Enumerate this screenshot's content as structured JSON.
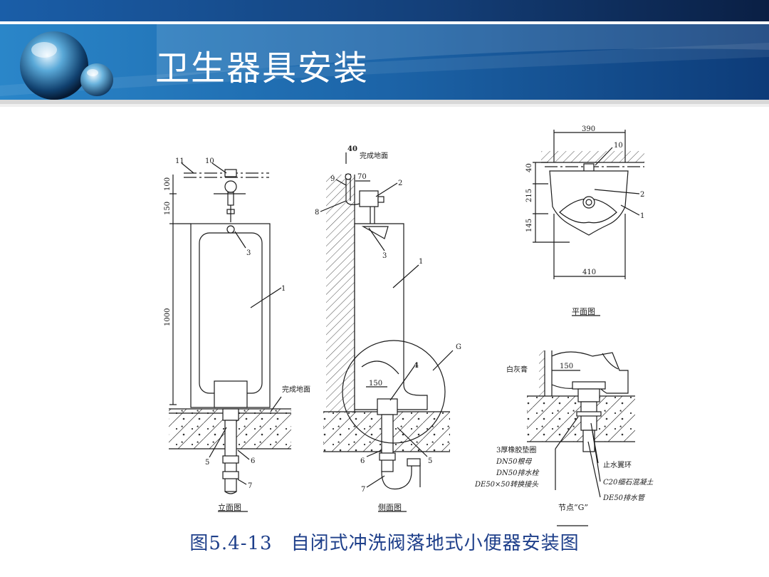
{
  "slide": {
    "title": "卫生器具安装",
    "caption_number": "图5.4-13",
    "caption_text": "自闭式冲洗阀落地式小便器安装图"
  },
  "theme": {
    "header_dark": "#0b2a5a",
    "header_blue": "#1f6fb5",
    "caption_color": "#1e3f8a",
    "line_color": "#1a1a1a"
  },
  "drawing": {
    "front_view": {
      "view_label": "立面图",
      "floor_label": "完成地面",
      "dimensions": [
        "100",
        "150",
        "1000"
      ],
      "callouts": [
        "11",
        "10",
        "3",
        "1",
        "5",
        "6",
        "7"
      ]
    },
    "side_view": {
      "view_label": "侧面图",
      "wall_finish_label": "完成地面",
      "dimensions": [
        "40",
        "70",
        "150"
      ],
      "callouts": [
        "9",
        "8",
        "2",
        "3",
        "1",
        "4",
        "6",
        "5",
        "7",
        "G"
      ]
    },
    "plan_view": {
      "view_label": "平面图",
      "dimensions": [
        "390",
        "40",
        "215",
        "145",
        "410"
      ],
      "callouts": [
        "10",
        "2",
        "1"
      ]
    },
    "detail_g": {
      "view_label": "节点“G”",
      "dimension": "150",
      "labels": {
        "putty": "白灰膏",
        "gasket": "3厚橡胶垫圈",
        "root_nut": "DN50根母",
        "drain_plug": "DN50排水栓",
        "adapter": "DE50×50转换接头",
        "water_stop_ring": "止水翼环",
        "concrete": "C20细石混凝土",
        "drain_pipe": "DE50排水管"
      }
    }
  }
}
